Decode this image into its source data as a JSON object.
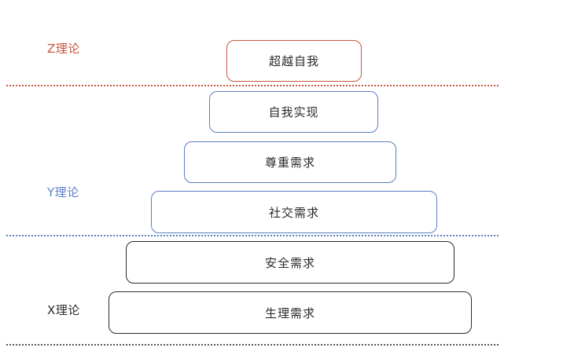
{
  "colors": {
    "z": "#c8553d",
    "y": "#5b7fc4",
    "x": "#2b2b2b",
    "divider_top": "#c8553d",
    "divider_mid": "#5b7fc4",
    "divider_bottom": "#555555"
  },
  "theories": [
    {
      "id": "z",
      "label": "Z理论"
    },
    {
      "id": "y",
      "label": "Y理论"
    },
    {
      "id": "x",
      "label": "X理论"
    }
  ],
  "levels": [
    {
      "id": "self-transcendence",
      "label": "超越自我",
      "theory": "z"
    },
    {
      "id": "self-actualization",
      "label": "自我实现",
      "theory": "y"
    },
    {
      "id": "esteem-needs",
      "label": "尊重需求",
      "theory": "y"
    },
    {
      "id": "social-needs",
      "label": "社交需求",
      "theory": "y"
    },
    {
      "id": "safety-needs",
      "label": "安全需求",
      "theory": "x"
    },
    {
      "id": "physiological-needs",
      "label": "生理需求",
      "theory": "x"
    }
  ]
}
